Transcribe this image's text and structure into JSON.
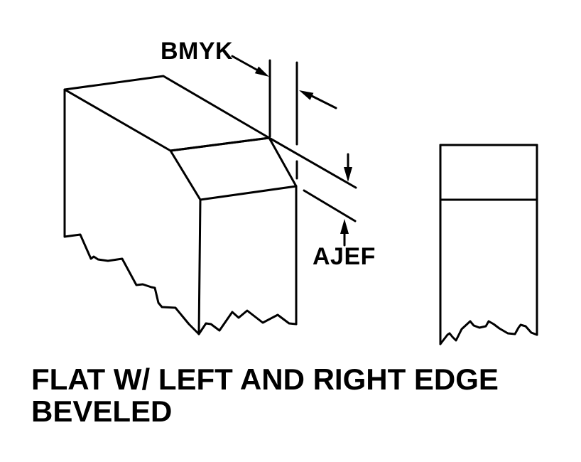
{
  "diagram": {
    "labels": {
      "bmyk": "BMYK",
      "ajef": "AJEF"
    },
    "caption": {
      "line1": "FLAT W/ LEFT AND RIGHT EDGE",
      "line2": "BEVELED"
    },
    "colors": {
      "background": "#ffffff",
      "line": "#000000",
      "text": "#000000"
    }
  }
}
